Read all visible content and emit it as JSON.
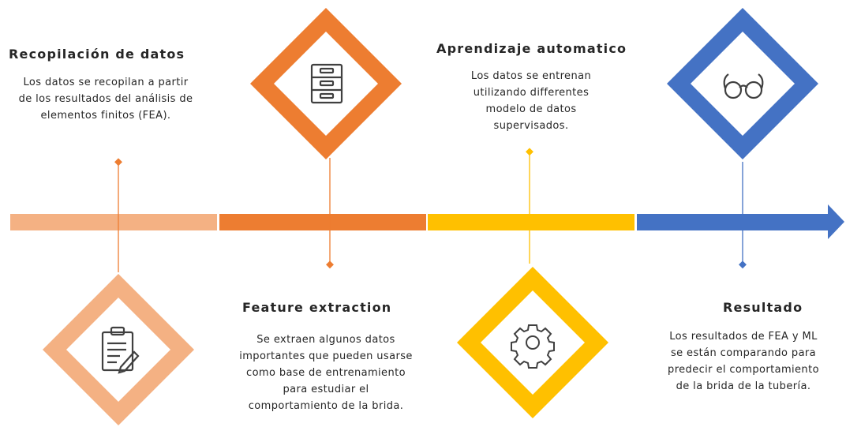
{
  "colors": {
    "peach": "#F4B183",
    "orange": "#ED7D31",
    "gold": "#FFC000",
    "blue": "#4472C4"
  },
  "steps": [
    {
      "title": "Recopilación de datos",
      "description": "Los datos se recopilan a partir\nde los resultados del análisis de\nelementos finitos (FEA).",
      "icon": "clipboard-icon",
      "color": "#F4B183"
    },
    {
      "title": "Feature extraction",
      "description": "Se extraen algunos datos\nimportantes que pueden usarse\ncomo base de entrenamiento\npara estudiar el\ncomportamiento de la brida.",
      "icon": "filing-cabinet-icon",
      "color": "#ED7D31"
    },
    {
      "title": "Aprendizaje automatico",
      "description": "Los datos se entrenan\nutilizando differentes\nmodelo de datos\nsupervisados.",
      "icon": "gear-icon",
      "color": "#FFC000"
    },
    {
      "title": "Resultado",
      "description": "Los resultados de FEA y ML\nse están comparando para\npredecir el comportamiento\nde la brida de la tubería.",
      "icon": "glasses-icon",
      "color": "#4472C4"
    }
  ]
}
